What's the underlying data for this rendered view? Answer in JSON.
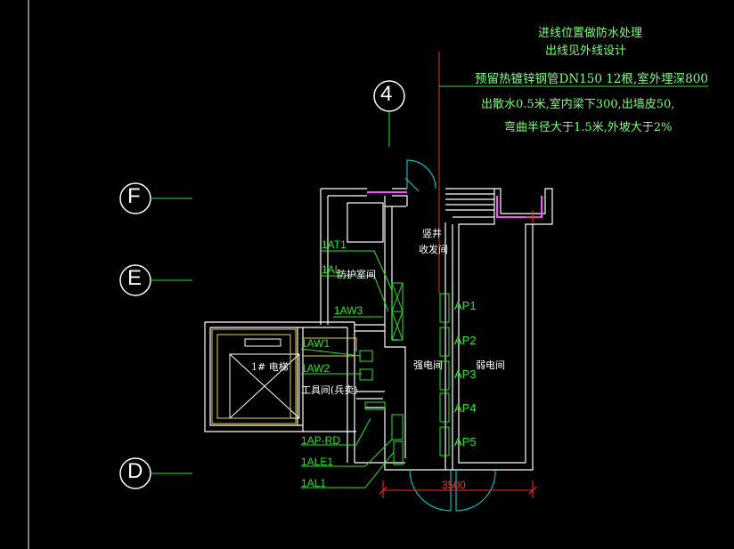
{
  "notes": {
    "line1": "进线位置做防水处理",
    "line2": "出线见外线设计",
    "line3": "预留热镀锌钢管DN150 12根,室外埋深800",
    "line4": "出散水0.5米,室内梁下300,出墙皮50,",
    "line5": "弯曲半径大于1.5米,外坡大于2%"
  },
  "axes": {
    "col4": "4",
    "rowF": "F",
    "rowE": "E",
    "rowD": "D"
  },
  "tags": {
    "at1": "1AT1",
    "al": "1AL",
    "aw3": "1AW3",
    "aw1": "1AW1",
    "aw2": "1AW2",
    "aprd": "1AP-RD",
    "ale1": "1ALE1",
    "al1": "1AL1"
  },
  "rooms": {
    "elevator": "1# 电梯",
    "cable_a": "竖井",
    "cable_b": "收发间",
    "prevent": "防护室间",
    "tool": "工具间(兵卖)",
    "strong": "强电间",
    "weak": "弱电间"
  },
  "panels": [
    "AP1",
    "AP2",
    "AP3",
    "AP4",
    "AP5"
  ],
  "dimension": "3500",
  "colors": {
    "background": "#000000",
    "wall": "#ffffff",
    "accent_red": "#ff2a2a",
    "text_green": "#27e627",
    "magenta": "#ff4dff",
    "cyan": "#00e0e0",
    "yellow": "#e8d24a"
  }
}
